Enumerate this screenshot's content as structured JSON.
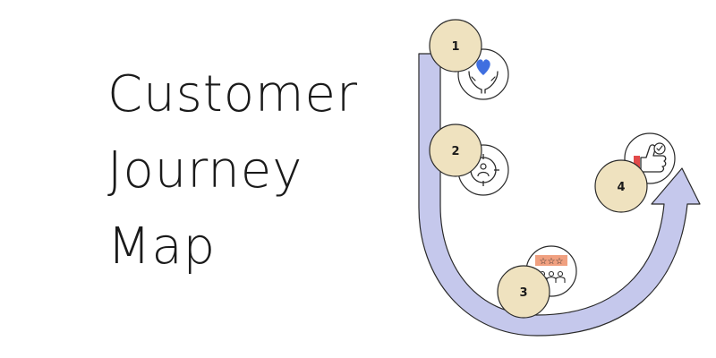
{
  "title": {
    "line1": "Customer",
    "line2": "Journey",
    "line3": "Map"
  },
  "steps": [
    {
      "number": "1",
      "icon": "hands-heart-icon"
    },
    {
      "number": "2",
      "icon": "target-person-icon"
    },
    {
      "number": "3",
      "icon": "rating-stars-people-icon"
    },
    {
      "number": "4",
      "icon": "thumbs-up-check-icon"
    }
  ],
  "colors": {
    "path_fill": "#c5c8ec",
    "path_stroke": "#2a2a2a",
    "step_circle": "#efe2bf",
    "icon_blue": "#3f6fe0",
    "icon_accent": "#f0a080",
    "icon_red": "#e24a4a"
  }
}
